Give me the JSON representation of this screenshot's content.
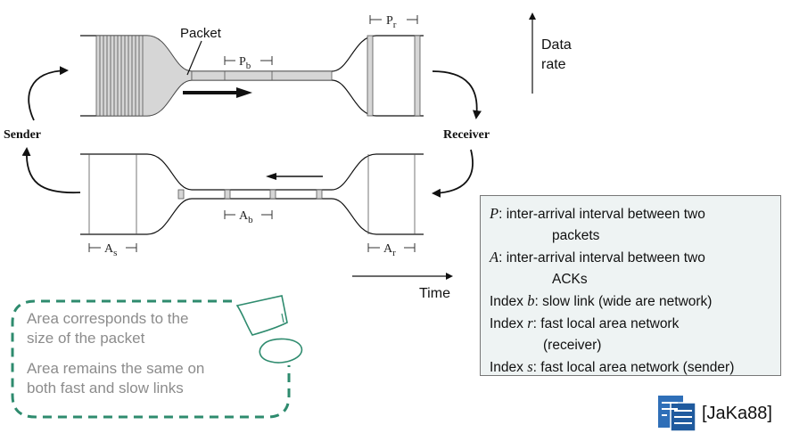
{
  "diagram": {
    "packet_label": "Packet",
    "sender_label": "Sender",
    "receiver_label": "Receiver",
    "pb_label": "P",
    "pb_sub": "b",
    "pr_label": "P",
    "pr_sub": "r",
    "as_label": "A",
    "as_sub": "s",
    "ab_label": "A",
    "ab_sub": "b",
    "ar_label": "A",
    "ar_sub": "r"
  },
  "axes": {
    "data_rate_line1": "Data",
    "data_rate_line2": "rate",
    "time": "Time"
  },
  "legend": {
    "p_sym": "P",
    "p_text": ": inter-arrival interval between two",
    "p_text2": "packets",
    "a_sym": "A",
    "a_text": ": inter-arrival interval between two",
    "a_text2": "ACKs",
    "b_prefix": "Index ",
    "b_sym": "b",
    "b_text": ": slow link (wide are network)",
    "r_prefix": "Index ",
    "r_sym": "r",
    "r_text": ": fast local area  network",
    "r_text2": "(receiver)",
    "s_prefix": "Index ",
    "s_sym": "s",
    "s_text": ": fast local area network (sender)"
  },
  "note": {
    "line1": "Area corresponds to the",
    "line2": "size of the packet",
    "line3": "Area remains the same on",
    "line4": "both fast and slow links"
  },
  "citation": "[JaKa88]",
  "colors": {
    "note_border": "#2e8b6e",
    "note_text": "#8c8c8c",
    "legend_bg": "#eef3f3",
    "doc_icon": "#2f6fb8"
  }
}
